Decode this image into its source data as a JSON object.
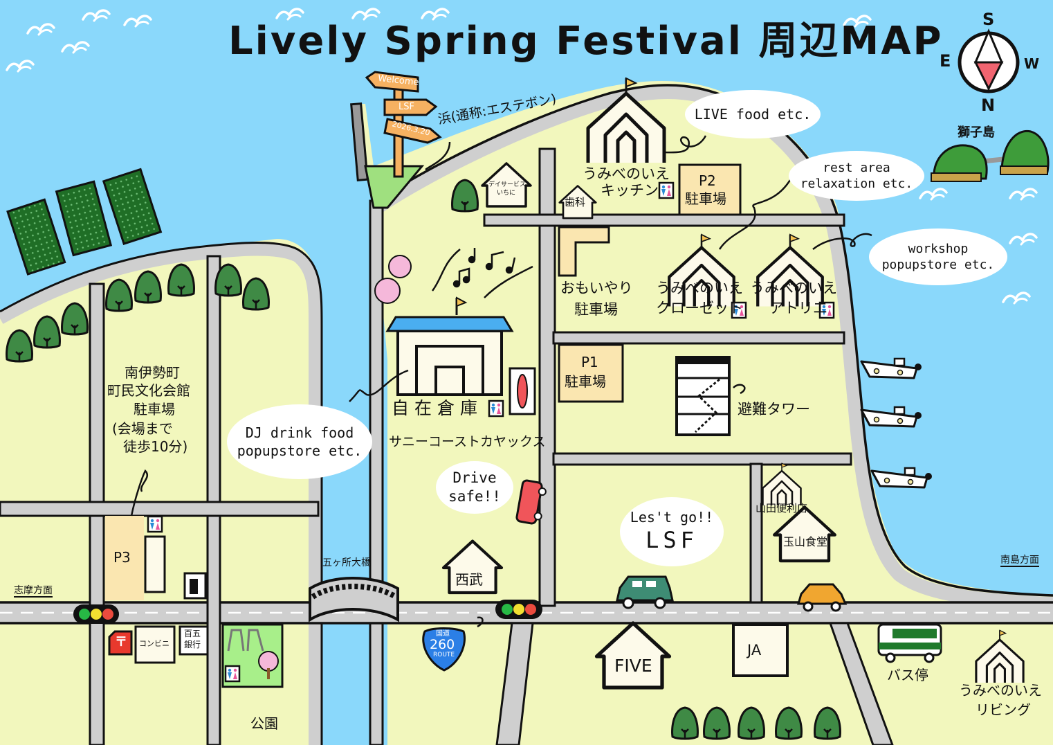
{
  "title": "Lively Spring Festival 周辺MAP",
  "colors": {
    "sea": "#8ad8fb",
    "land": "#f2f7bd",
    "road": "#cfcfcf",
    "parking": "#fae6b0",
    "tree": "#3f8a45",
    "park": "#a8ef8a",
    "route_sign": "#2b7fe6",
    "signpost": "#f6b161",
    "red_car": "#f0555a",
    "green_car": "#3e8c74",
    "orange_car": "#f0a630"
  },
  "compass": {
    "top": "S",
    "bottom": "N",
    "left": "E",
    "right": "W"
  },
  "signpost": {
    "arrows": [
      "Welcome",
      "LSF",
      "2026.3.20"
    ]
  },
  "labels": {
    "beach": "浜(通称:エステボン)",
    "island": "獅子島",
    "kitchen_line1": "うみべのいえ",
    "kitchen_line2": "キッチン",
    "dental": "歯科",
    "day_service_line1": "デイサービス",
    "day_service_line2": "いちに",
    "p2_line1": "P2",
    "p2_line2": "駐車場",
    "omoiyari_line1": "おもいやり",
    "omoiyari_line2": "駐車場",
    "closet_line1": "うみべのいえ",
    "closet_line2": "クローゼット",
    "atelier_line1": "うみべのいえ",
    "atelier_line2": "アトリエ",
    "p1_line1": "P1",
    "p1_line2": "駐車場",
    "evac_tower": "避難タワー",
    "warehouse": "自在倉庫",
    "kayaks": "サニーコーストカヤックス",
    "culture_hall_line1": "南伊勢町",
    "culture_hall_line2": "町民文化会館",
    "culture_hall_line3": "駐車場",
    "culture_hall_line4": "(会場まで",
    "culture_hall_line5": "徒歩10分)",
    "p3": "P3",
    "shima_direction": "志摩方面",
    "nanto_direction": "南島方面",
    "bridge": "五ヶ所大橋",
    "seibu": "西武",
    "convenience": "コンビニ",
    "bank_line1": "百五",
    "bank_line2": "銀行",
    "park": "公園",
    "yamada": "山田便利店",
    "tamayama": "玉山食堂",
    "five": "FIVE",
    "ja": "JA",
    "bus_stop": "バス停",
    "living_line1": "うみべのいえ",
    "living_line2": "リビング",
    "post_mark": "〒"
  },
  "route_sign": {
    "top": "国道",
    "number": "260",
    "bottom": "ROUTE"
  },
  "bubbles": {
    "live": [
      "LIVE food etc."
    ],
    "rest": [
      "rest area",
      "relaxation etc."
    ],
    "workshop": [
      "workshop",
      "popupstore etc."
    ],
    "dj": [
      "DJ drink food",
      "popupstore etc."
    ],
    "drive": [
      "Drive",
      "safe!!"
    ],
    "letsgo": [
      "Les't go!!",
      "LSF"
    ]
  },
  "icons": [
    "toilet-icon",
    "gas-station-icon",
    "traffic-light-icon",
    "post-office-icon",
    "kayak-icon",
    "bus-icon",
    "car-icon",
    "boat-icon",
    "tree-icon",
    "music-note-icon",
    "cherry-tree-icon",
    "swing-icon",
    "seagull-icon",
    "compass-icon",
    "flag-icon"
  ]
}
